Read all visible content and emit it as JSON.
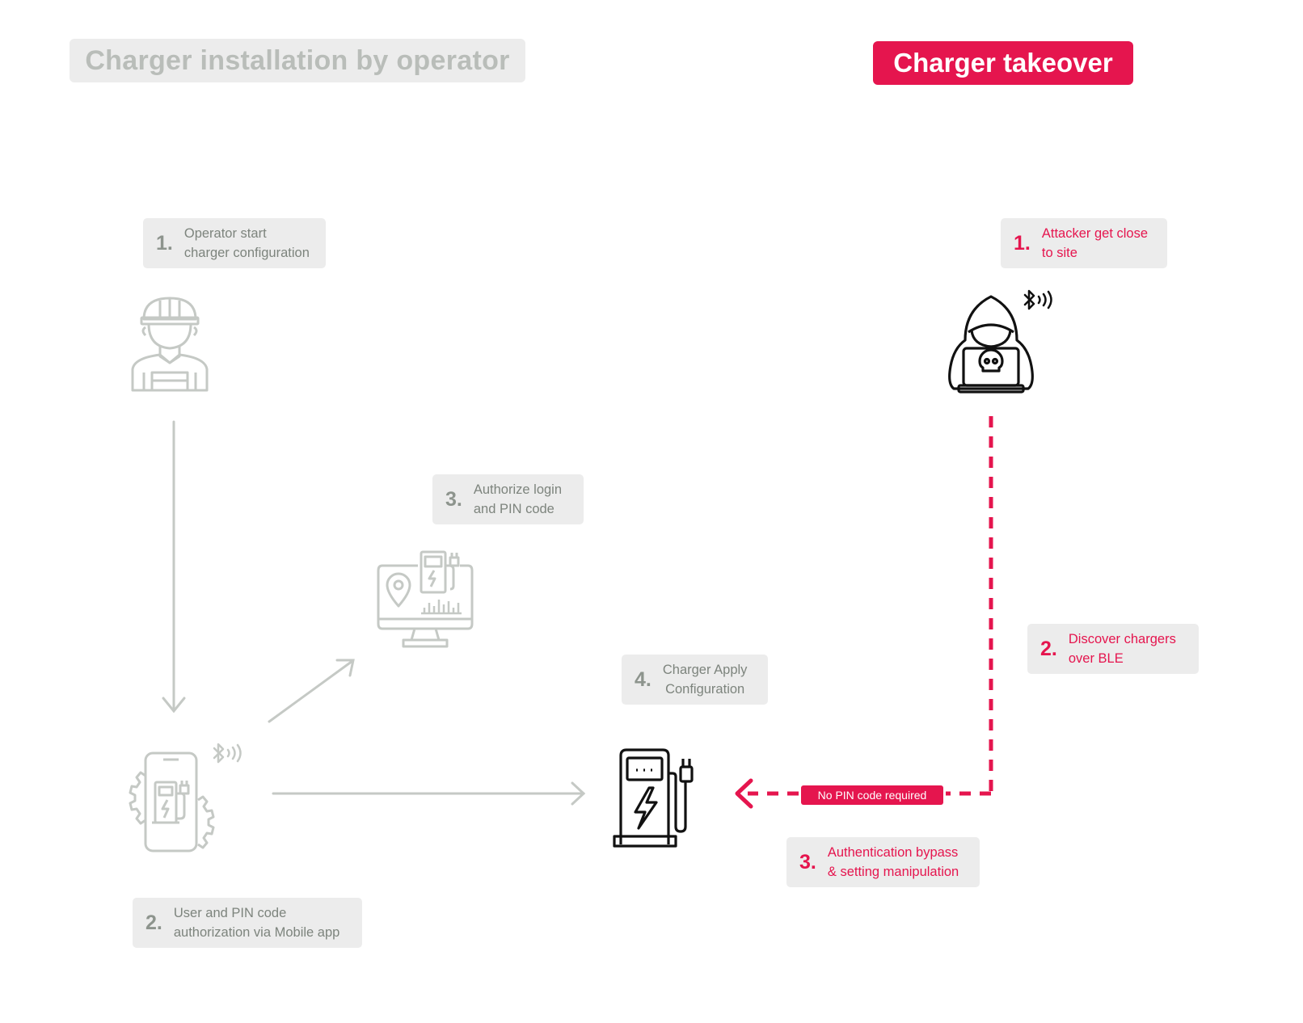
{
  "titles": {
    "operator": "Charger installation by operator",
    "attacker": "Charger takeover"
  },
  "operator_steps": [
    {
      "num": "1.",
      "line1": "Operator start",
      "line2": "charger configuration"
    },
    {
      "num": "2.",
      "line1": "User and PIN code",
      "line2": "authorization via Mobile app"
    },
    {
      "num": "3.",
      "line1": "Authorize login",
      "line2": "and PIN code"
    },
    {
      "num": "4.",
      "line1": "Charger Apply",
      "line2": "Configuration"
    }
  ],
  "attacker_steps": [
    {
      "num": "1.",
      "line1": "Attacker get close",
      "line2": "to site"
    },
    {
      "num": "2.",
      "line1": "Discover chargers",
      "line2": "over BLE"
    },
    {
      "num": "3.",
      "line1": "Authentication bypass",
      "line2": "& setting manipulation"
    }
  ],
  "attack_label": "No PIN code required",
  "icons": [
    "worker-icon",
    "mobile-charger-app-icon",
    "bluetooth-icon",
    "monitor-dashboard-icon",
    "charging-station-icon",
    "hacker-laptop-icon"
  ],
  "colors": {
    "accent": "#e5154e",
    "muted": "#b9bdb9",
    "box": "#ececec",
    "icon_gray": "#c5c9c5",
    "dark": "#111111"
  }
}
